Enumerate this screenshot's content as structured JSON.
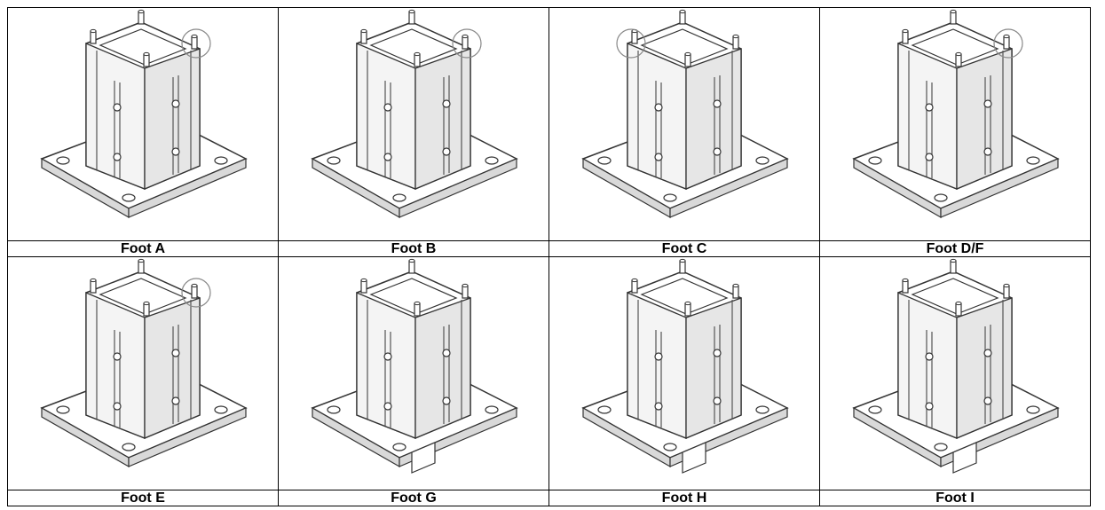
{
  "feet": [
    {
      "label": "Foot A",
      "variant": "plain",
      "highlight": "right"
    },
    {
      "label": "Foot B",
      "variant": "plain",
      "highlight": "right"
    },
    {
      "label": "Foot C",
      "variant": "plain",
      "highlight": "left"
    },
    {
      "label": "Foot D/F",
      "variant": "plain",
      "highlight": "right"
    },
    {
      "label": "Foot E",
      "variant": "plain",
      "highlight": "right"
    },
    {
      "label": "Foot G",
      "variant": "notched",
      "highlight": "none"
    },
    {
      "label": "Foot H",
      "variant": "notched",
      "highlight": "none"
    },
    {
      "label": "Foot I",
      "variant": "notched",
      "highlight": "none"
    }
  ],
  "colors": {
    "line": "#333333",
    "fill": "#ffffff",
    "shade": "#d9d9d9",
    "dark": "#555555"
  }
}
